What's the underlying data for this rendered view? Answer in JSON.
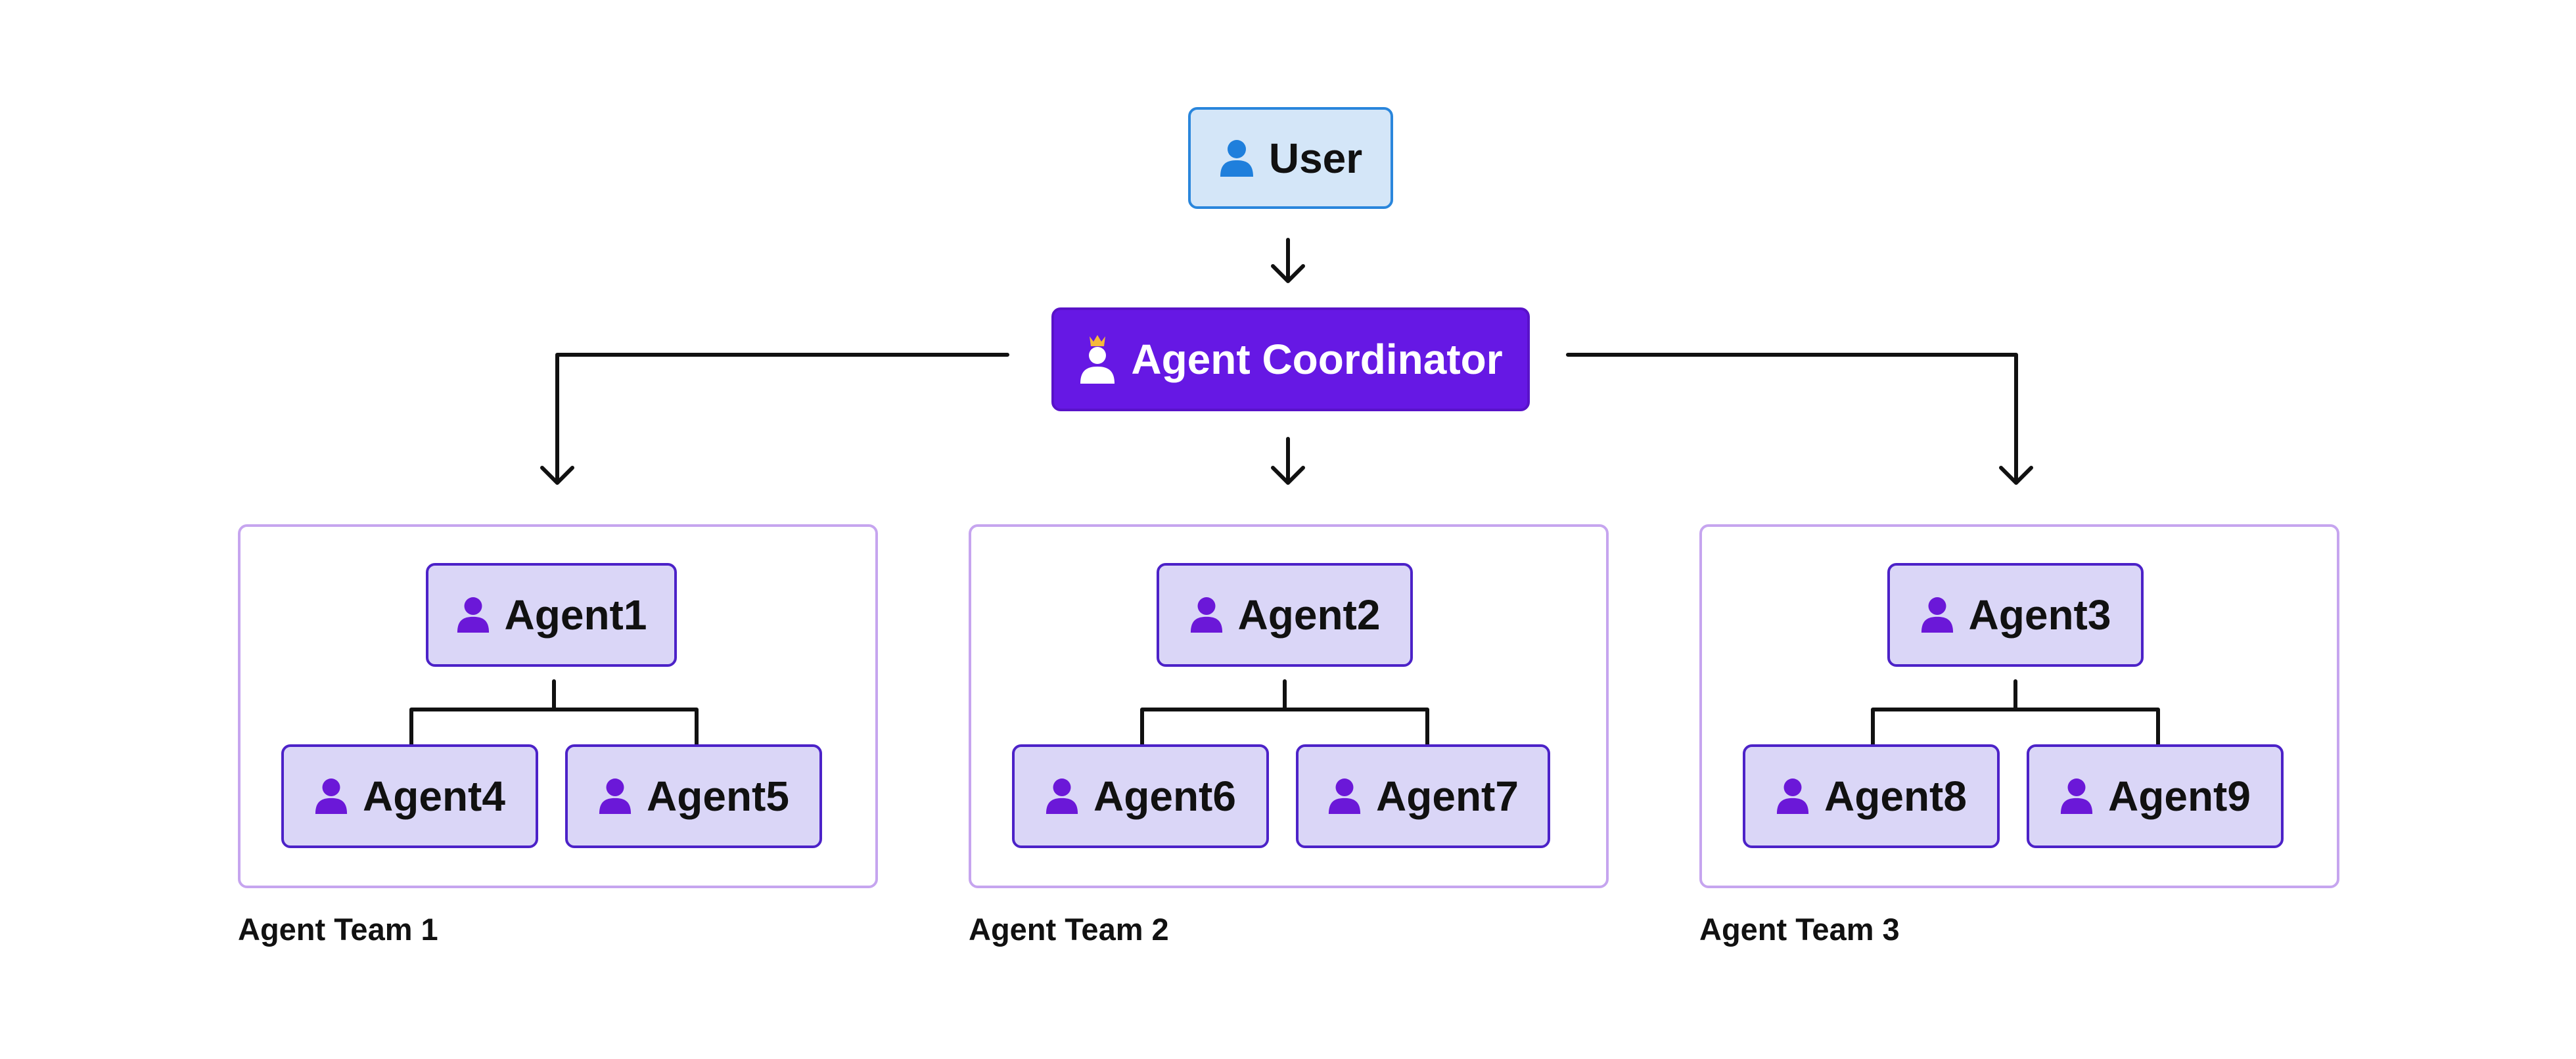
{
  "colors": {
    "user_fill": "#d4e6f8",
    "user_border": "#2a86dc",
    "user_icon": "#1f7fdc",
    "coordinator_fill": "#6618e4",
    "agent_fill": "#dad6f7",
    "agent_border": "#4c22c8",
    "agent_icon": "#6b18d8",
    "team_border": "#c6a5ef",
    "crown": "#f5b93a",
    "connector": "#111111"
  },
  "user": {
    "label": "User",
    "icon": "person-icon"
  },
  "coordinator": {
    "label": "Agent Coordinator",
    "icon": "crowned-person-icon"
  },
  "teams": [
    {
      "label": "Agent Team 1",
      "lead": "Agent1",
      "members": [
        "Agent4",
        "Agent5"
      ]
    },
    {
      "label": "Agent Team 2",
      "lead": "Agent2",
      "members": [
        "Agent6",
        "Agent7"
      ]
    },
    {
      "label": "Agent Team 3",
      "lead": "Agent3",
      "members": [
        "Agent8",
        "Agent9"
      ]
    }
  ]
}
